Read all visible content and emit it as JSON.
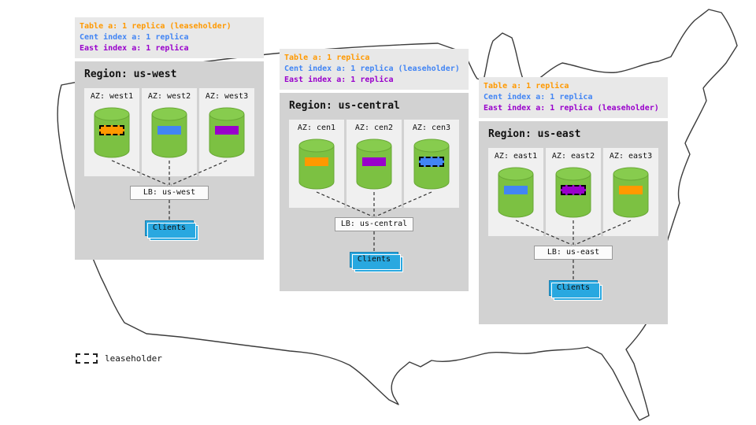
{
  "legend": {
    "label": "leaseholder"
  },
  "colors": {
    "table_replica": "#ff9900",
    "cent_index_replica": "#4285f4",
    "east_index_replica": "#9900cc",
    "node_green": "#7cc142",
    "clients_blue": "#29a8e0"
  },
  "regions": [
    {
      "name": "us-west",
      "header_lines": [
        {
          "text": "Table a: 1 replica (leaseholder)",
          "color": "#ff9900"
        },
        {
          "text": "Cent index a: 1 replica",
          "color": "#4285f4"
        },
        {
          "text": "East index a: 1 replica",
          "color": "#9900cc"
        }
      ],
      "region_label": "Region: us-west",
      "azs": [
        {
          "label": "AZ: west1",
          "chip_color": "#ff9900",
          "leaseholder": true
        },
        {
          "label": "AZ: west2",
          "chip_color": "#4285f4",
          "leaseholder": false
        },
        {
          "label": "AZ: west3",
          "chip_color": "#9900cc",
          "leaseholder": false
        }
      ],
      "lb_label": "LB: us-west",
      "clients_label": "Clients"
    },
    {
      "name": "us-central",
      "header_lines": [
        {
          "text": "Table a: 1 replica",
          "color": "#ff9900"
        },
        {
          "text": "Cent index a: 1 replica (leaseholder)",
          "color": "#4285f4"
        },
        {
          "text": "East index a: 1 replica",
          "color": "#9900cc"
        }
      ],
      "region_label": "Region: us-central",
      "azs": [
        {
          "label": "AZ: cen1",
          "chip_color": "#ff9900",
          "leaseholder": false
        },
        {
          "label": "AZ: cen2",
          "chip_color": "#9900cc",
          "leaseholder": false
        },
        {
          "label": "AZ: cen3",
          "chip_color": "#4285f4",
          "leaseholder": true
        }
      ],
      "lb_label": "LB: us-central",
      "clients_label": "Clients"
    },
    {
      "name": "us-east",
      "header_lines": [
        {
          "text": "Table a: 1 replica",
          "color": "#ff9900"
        },
        {
          "text": "Cent index a: 1 replica",
          "color": "#4285f4"
        },
        {
          "text": "East index a: 1 replica (leaseholder)",
          "color": "#9900cc"
        }
      ],
      "region_label": "Region: us-east",
      "azs": [
        {
          "label": "AZ: east1",
          "chip_color": "#4285f4",
          "leaseholder": false
        },
        {
          "label": "AZ: east2",
          "chip_color": "#9900cc",
          "leaseholder": true
        },
        {
          "label": "AZ: east3",
          "chip_color": "#ff9900",
          "leaseholder": false
        }
      ],
      "lb_label": "LB: us-east",
      "clients_label": "Clients"
    }
  ]
}
